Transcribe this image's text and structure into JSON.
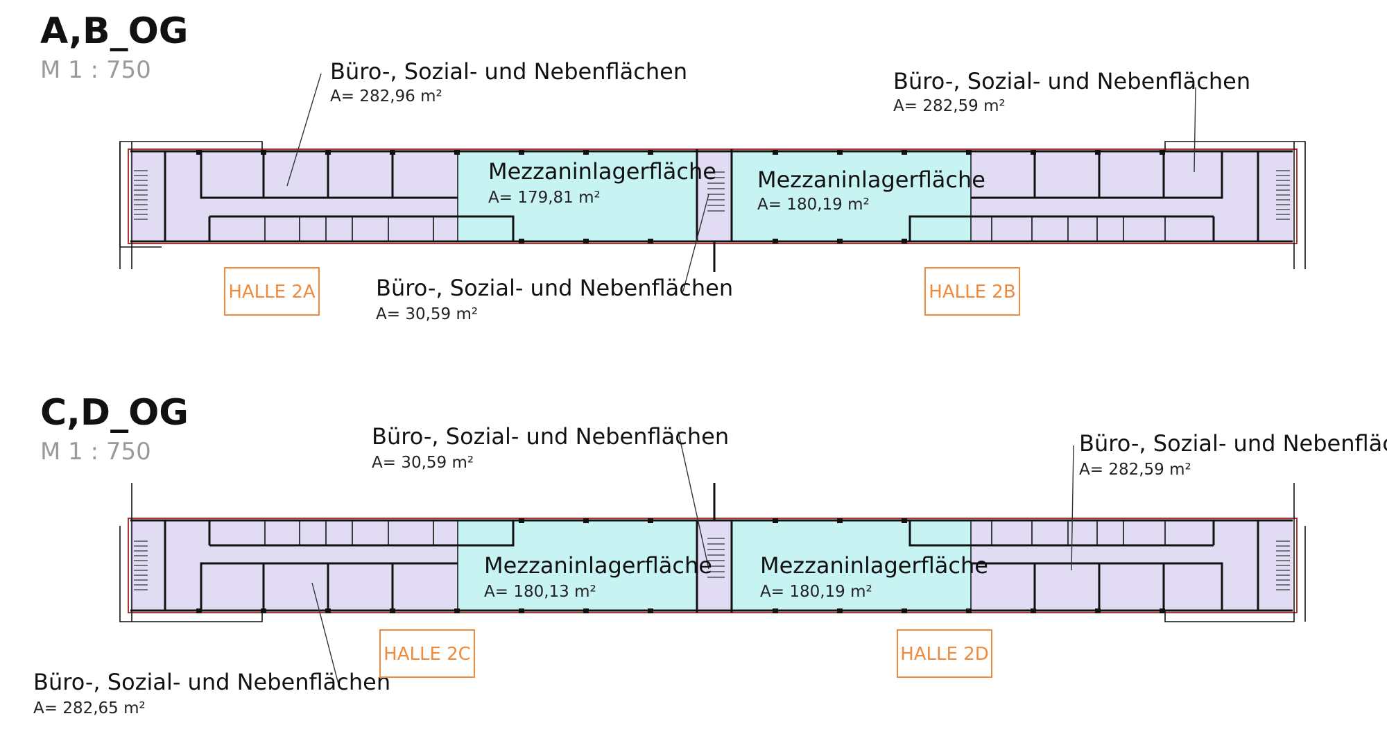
{
  "floors": [
    {
      "title": "A,B_OG",
      "scale": "M 1 : 750",
      "halls": [
        "HALLE 2A",
        "HALLE 2B"
      ],
      "labels": [
        {
          "name": "Büro-, Sozial- und Nebenflächen",
          "area": "A= 282,96 m²"
        },
        {
          "name": "Mezzaninlagerfläche",
          "area": "A= 179,81 m²"
        },
        {
          "name": "Mezzaninlagerfläche",
          "area": "A= 180,19 m²"
        },
        {
          "name": "Büro-, Sozial- und Nebenflächen",
          "area": "A= 282,59 m²"
        },
        {
          "name": "Büro-, Sozial- und Nebenflächen",
          "area": "A= 30,59 m²"
        }
      ]
    },
    {
      "title": "C,D_OG",
      "scale": "M 1 : 750",
      "halls": [
        "HALLE 2C",
        "HALLE 2D"
      ],
      "labels": [
        {
          "name": "Büro-, Sozial- und Nebenflächen",
          "area": "A= 30,59 m²"
        },
        {
          "name": "Büro-, Sozial- und Nebenflächen",
          "area": "A= 282,59 m²"
        },
        {
          "name": "Mezzaninlagerfläche",
          "area": "A= 180,13 m²"
        },
        {
          "name": "Mezzaninlagerfläche",
          "area": "A= 180,19 m²"
        },
        {
          "name": "Büro-, Sozial- und Nebenflächen",
          "area": "A= 282,65 m²"
        }
      ]
    }
  ],
  "colors": {
    "office": "#e1dcf3",
    "mezzanine": "#c8f3f3",
    "hall_label": "#f08a3c",
    "outline": "#a02020"
  }
}
